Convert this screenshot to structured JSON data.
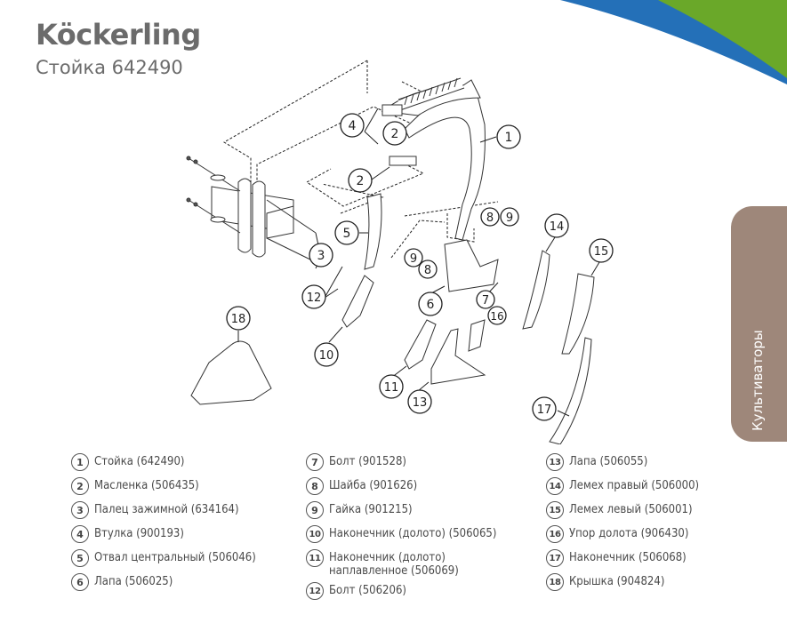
{
  "header": {
    "brand": "Köckerling",
    "subtitle": "Стойка 642490"
  },
  "side_tab": {
    "label": "Культиваторы",
    "color": "#9e877a"
  },
  "colors": {
    "corner_blue": "#2470b8",
    "corner_green": "#6aa829",
    "text_gray": "#6b6b6b"
  },
  "callouts": [
    "1",
    "2",
    "2",
    "3",
    "4",
    "5",
    "6",
    "7",
    "8",
    "8",
    "9",
    "9",
    "10",
    "11",
    "12",
    "13",
    "14",
    "15",
    "16",
    "17",
    "18"
  ],
  "legend": {
    "col1": [
      {
        "num": "1",
        "label": "Стойка (642490)"
      },
      {
        "num": "2",
        "label": "Масленка (506435)"
      },
      {
        "num": "3",
        "label": "Палец зажимной (634164)"
      },
      {
        "num": "4",
        "label": "Втулка (900193)"
      },
      {
        "num": "5",
        "label": "Отвал центральный (506046)"
      },
      {
        "num": "6",
        "label": "Лапа (506025)"
      }
    ],
    "col2": [
      {
        "num": "7",
        "label": "Болт (901528)"
      },
      {
        "num": "8",
        "label": "Шайба (901626)"
      },
      {
        "num": "9",
        "label": "Гайка (901215)"
      },
      {
        "num": "10",
        "label": "Наконечник (долото) (506065)"
      },
      {
        "num": "11",
        "label": "Наконечник (долото) наплавленное (506069)"
      },
      {
        "num": "12",
        "label": "Болт (506206)"
      }
    ],
    "col3": [
      {
        "num": "13",
        "label": "Лапа (506055)"
      },
      {
        "num": "14",
        "label": "Лемех правый (506000)"
      },
      {
        "num": "15",
        "label": "Лемех левый (506001)"
      },
      {
        "num": "16",
        "label": "Упор долота (906430)"
      },
      {
        "num": "17",
        "label": "Наконечник (506068)"
      },
      {
        "num": "18",
        "label": "Крышка (904824)"
      }
    ]
  }
}
